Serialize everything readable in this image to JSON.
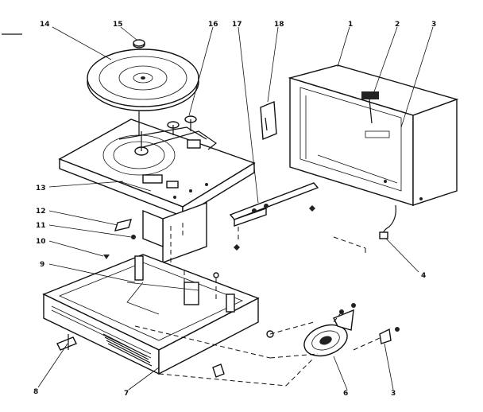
{
  "figure": {
    "callouts": {
      "c1": "1",
      "c2": "2",
      "c3a": "3",
      "c3b": "3",
      "c4": "4",
      "c6": "6",
      "c7": "7",
      "c8": "8",
      "c9": "9",
      "c10": "10",
      "c11": "11",
      "c12": "12",
      "c13": "13",
      "c14": "14",
      "c15": "15",
      "c16": "16",
      "c17": "17",
      "c18": "18"
    }
  }
}
